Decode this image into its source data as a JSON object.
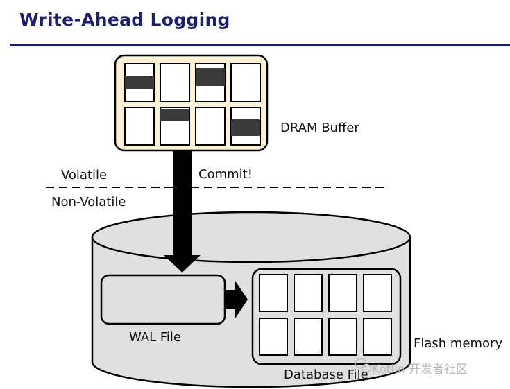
{
  "title": "Write-Ahead Logging",
  "labels": {
    "dram_buffer": "DRAM Buffer",
    "volatile": "Volatile",
    "non_volatile": "Non-Volatile",
    "commit": "Commit!",
    "wal_file": "WAL File",
    "database_file": "Database File",
    "flash_memory": "Flash memory"
  },
  "watermark": "Kotlin 开发者社区",
  "colors": {
    "title": "#1b1f6e",
    "buffer_fill": "#fbf2d6",
    "dirty_block": "#3a3a3a",
    "cylinder_fill": "#e0e0e0",
    "arrow": "#000000"
  },
  "icons": [
    "wechat-icon"
  ]
}
